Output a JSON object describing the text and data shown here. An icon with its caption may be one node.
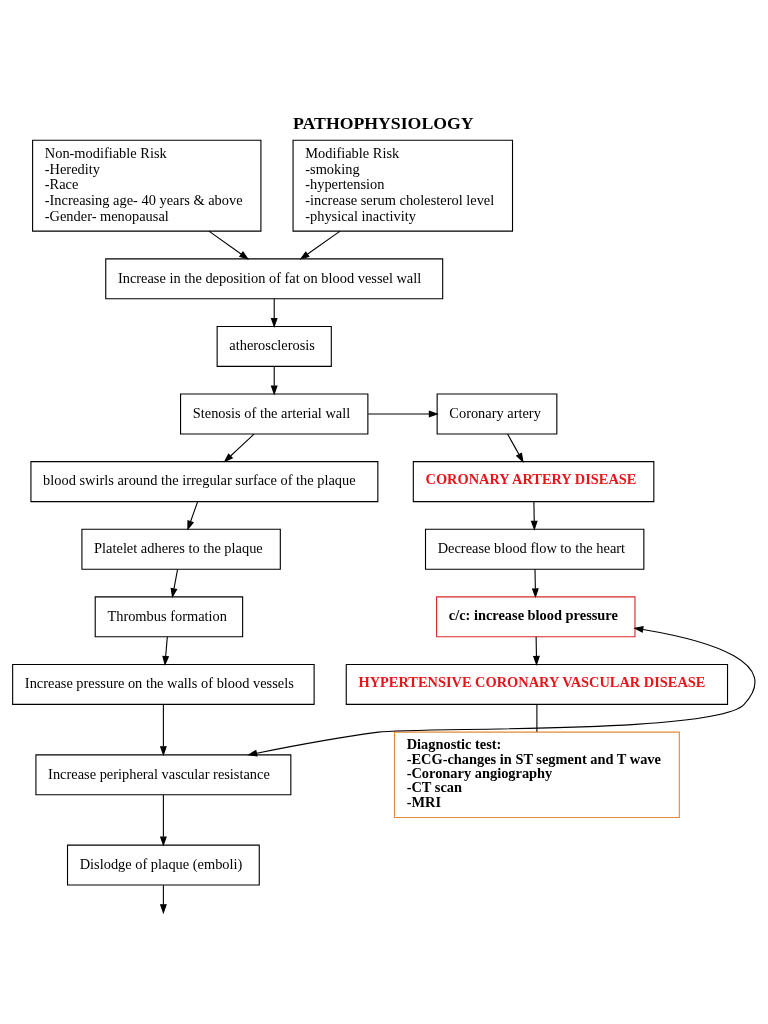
{
  "diagram": {
    "title": "PATHOPHYSIOLOGY",
    "nodes": [
      {
        "text": [
          "Non-modifiable Risk",
          "-Heredity",
          "-Race",
          "-Increasing age- 40 years & above",
          "-Gender- menopausal"
        ]
      },
      {
        "text": [
          "Modifiable Risk",
          "-smoking",
          "-hypertension",
          "-increase serum cholesterol level",
          "-physical inactivity"
        ]
      },
      {
        "text": [
          "Increase in the deposition of fat on blood vessel wall"
        ]
      },
      {
        "text": [
          "atherosclerosis"
        ]
      },
      {
        "text": [
          "Stenosis of the arterial wall"
        ]
      },
      {
        "text": [
          "Coronary artery"
        ]
      },
      {
        "text": [
          "CORONARY ARTERY DISEASE"
        ]
      },
      {
        "text": [
          "Decrease blood flow to the heart"
        ]
      },
      {
        "text": [
          "c/c: increase blood pressure"
        ]
      },
      {
        "text": [
          "HYPERTENSIVE CORONARY VASCULAR DISEASE"
        ]
      },
      {
        "text": [
          "Diagnostic test:",
          "-ECG-changes in ST segment and T wave",
          "-Coronary angiography",
          "-CT scan",
          "-MRI"
        ]
      },
      {
        "text": [
          "blood swirls around the irregular surface of the plaque"
        ]
      },
      {
        "text": [
          "Platelet adheres to the plaque"
        ]
      },
      {
        "text": [
          "Thrombus formation"
        ]
      },
      {
        "text": [
          "Increase pressure on the walls of blood vessels"
        ]
      },
      {
        "text": [
          "Increase peripheral vascular resistance"
        ]
      },
      {
        "text": [
          "Dislodge of plaque (emboli)"
        ]
      }
    ],
    "edges": [
      {
        "from": 0,
        "to": 2,
        "arrow": "to"
      },
      {
        "from": 1,
        "to": 2,
        "arrow": "to"
      },
      {
        "from": 2,
        "to": 3,
        "arrow": "to"
      },
      {
        "from": 3,
        "to": 4,
        "arrow": "to"
      },
      {
        "from": 4,
        "to": 5,
        "arrow": "to"
      },
      {
        "from": 5,
        "to": 6,
        "arrow": "to"
      },
      {
        "from": 6,
        "to": 7,
        "arrow": "to"
      },
      {
        "from": 7,
        "to": 8,
        "arrow": "to"
      },
      {
        "from": 8,
        "to": 9,
        "arrow": "to"
      },
      {
        "from": 9,
        "to": 10,
        "arrow": "none"
      },
      {
        "from": 4,
        "to": 11,
        "arrow": "to"
      },
      {
        "from": 11,
        "to": 12,
        "arrow": "to"
      },
      {
        "from": 12,
        "to": 13,
        "arrow": "to"
      },
      {
        "from": 13,
        "to": 14,
        "arrow": "to"
      },
      {
        "from": 14,
        "to": 15,
        "arrow": "to"
      },
      {
        "from": 15,
        "to": 8,
        "arrow": "both"
      },
      {
        "from": 15,
        "to": 16,
        "arrow": "to"
      },
      {
        "from": 16,
        "to": null,
        "arrow": "to"
      }
    ]
  }
}
